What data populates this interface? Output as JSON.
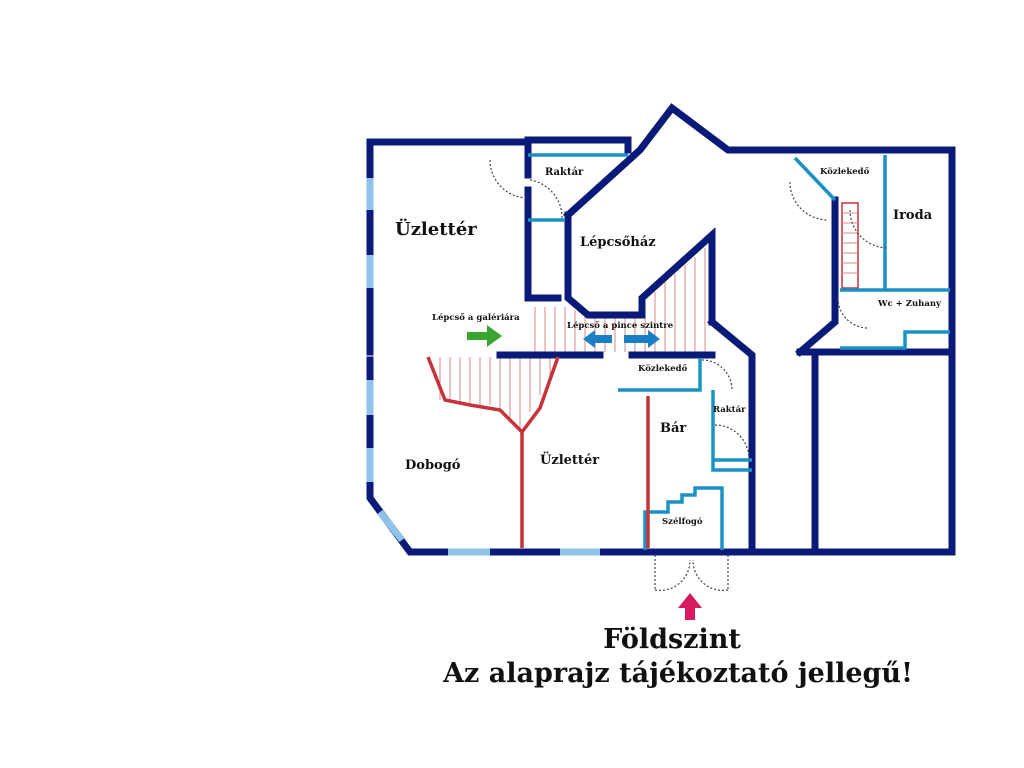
{
  "rooms": {
    "uzletter_top": "Üzlettér",
    "raktar_top": "Raktár",
    "lepcsohaz": "Lépcsőház",
    "kozlekedo_top": "Közlekedő",
    "iroda": "Iroda",
    "wc_zuhany": "Wc + Zuhany",
    "kozlekedo_mid": "Közlekedő",
    "bar": "Bár",
    "raktar_mid": "Raktár",
    "dobogo": "Dobogó",
    "uzletter_bottom": "Üzlettér",
    "szelfogo": "Szélfogó"
  },
  "annotations": {
    "stair_gallery": "Lépcső a galériára",
    "stair_cellar": "Lépcső a pince szintre"
  },
  "caption": {
    "line1": "Földszint",
    "line2": "Az alaprajz tájékoztató jellegű!"
  },
  "colors": {
    "wall": "#0a1a78",
    "window": "#8fc3ea",
    "partition": "#1a92c6",
    "stair": "#c8323a",
    "arrow_green": "#3aa632",
    "arrow_blue": "#1b7fc4",
    "arrow_entry": "#d81b60"
  },
  "icons": [
    "entry-arrow-icon",
    "stair-arrow-right-icon",
    "stair-arrow-double-icon"
  ]
}
